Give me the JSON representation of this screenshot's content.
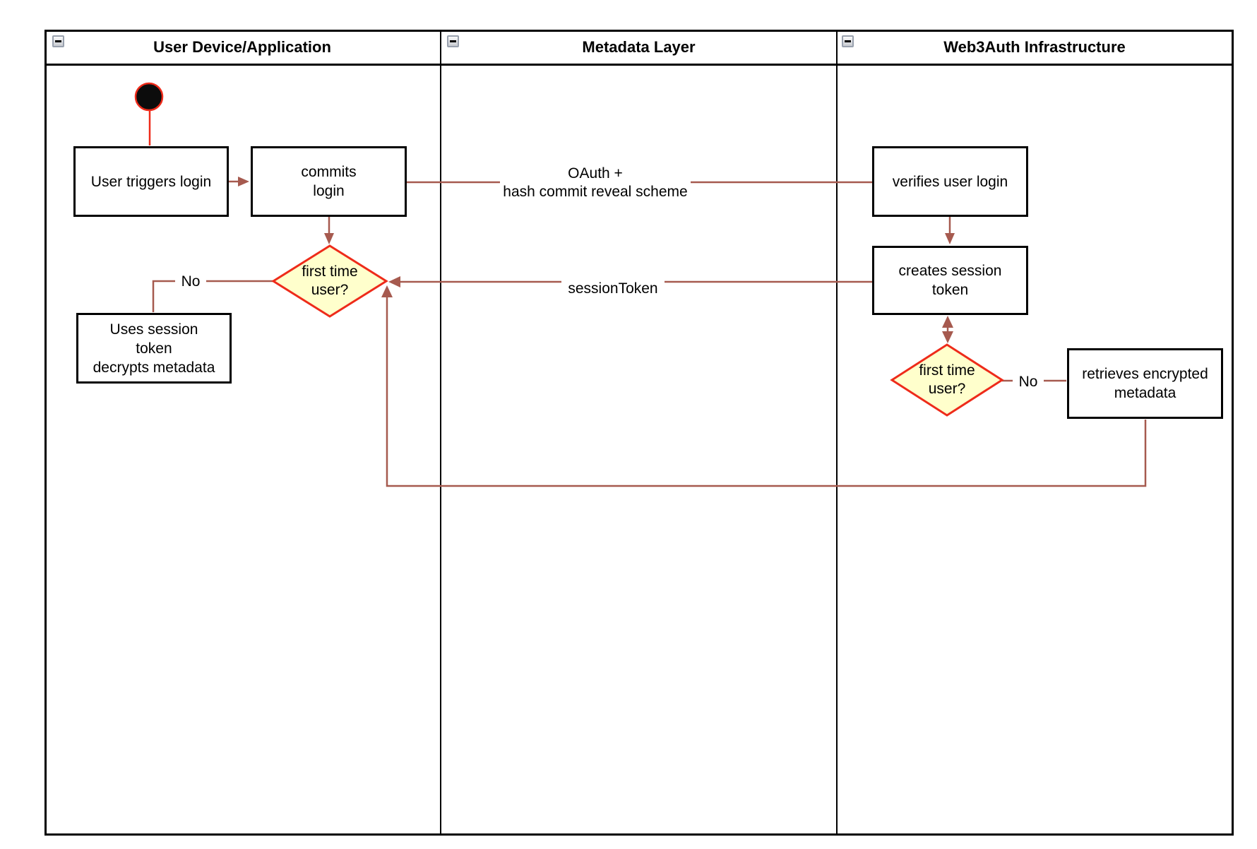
{
  "diagram": {
    "type": "activity-swimlane",
    "lanes": [
      {
        "title": "User Device/Application"
      },
      {
        "title": "Metadata Layer"
      },
      {
        "title": "Web3Auth Infrastructure"
      }
    ],
    "nodes": {
      "user_triggers_login": "User triggers login",
      "commits_login": "commits\nlogin",
      "first_time_user_client": "first time\nuser?",
      "uses_session_token": "Uses session\ntoken\ndecrypts metadata",
      "verifies_user_login": "verifies user login",
      "creates_session_token": "creates session\ntoken",
      "first_time_user_infra": "first time\nuser?",
      "retrieves_encrypted_metadata": "retrieves encrypted\nmetadata"
    },
    "edge_labels": {
      "oauth_hash_commit": "OAuth +\nhash commit reveal scheme",
      "session_token": "sessionToken",
      "no_client": "No",
      "no_infra": "No"
    },
    "colors": {
      "flow_line": "#a65a4f",
      "start_and_decision_border": "#ee2b1a",
      "decision_fill": "#ffffcc",
      "lane_border": "#000000",
      "node_fill": "#ffffff"
    }
  }
}
